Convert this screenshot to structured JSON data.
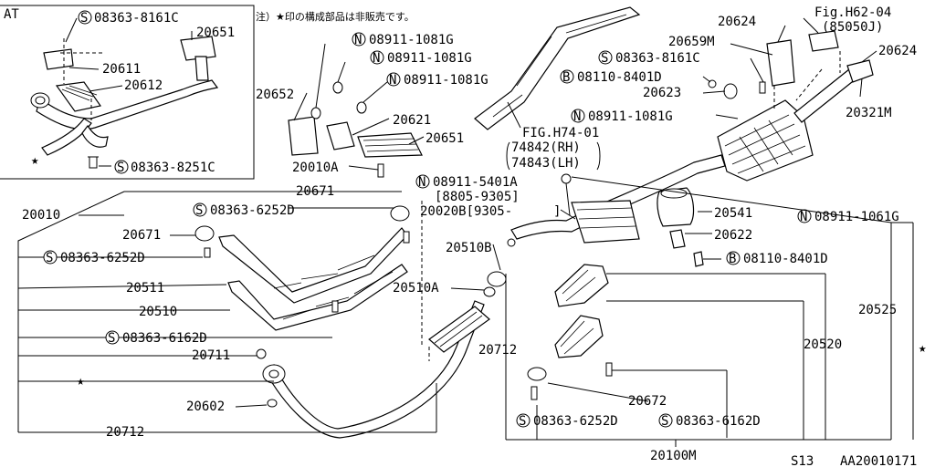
{
  "inset_label": "AT",
  "note": "注）★印の構成部品は非販売です。",
  "star": "★",
  "prefix": {
    "S": "S",
    "N": "N",
    "B": "B"
  },
  "parts": {
    "p08363_8161C_a": "08363-8161C",
    "p20651_a": "20651",
    "p20611": "20611",
    "p20612": "20612",
    "p08363_8251C": "08363-8251C",
    "p08911_1081G_a": "08911-1081G",
    "p08911_1081G_b": "08911-1081G",
    "p08911_1081G_c": "08911-1081G",
    "p20652": "20652",
    "p20621": "20621",
    "p20651_b": "20651",
    "p20010A": "20010A",
    "p08911_5401A": "08911-5401A",
    "p8805_9305": "[8805-9305]",
    "p20020B": "20020B[9305-",
    "p20020B_end": "]",
    "fig_h74": "FIG.H74-01",
    "p74842": "74842(RH)",
    "p74843": "74843(LH)",
    "p20624_a": "20624",
    "fig_h62": "Fig.H62-04",
    "p85050J": "(85050J)",
    "p20659M": "20659M",
    "p20624_b": "20624",
    "p08363_8161C_b": "08363-8161C",
    "p08110_8401D_a": "08110-8401D",
    "p20623": "20623",
    "p08911_1081G_d": "08911-1081G",
    "p20321M": "20321M",
    "p20010": "20010",
    "p20671_a": "20671",
    "p08363_6252D_a": "08363-6252D",
    "p20671_b": "20671",
    "p08363_6252D_b": "08363-6252D",
    "p20511": "20511",
    "p20510": "20510",
    "p08363_6162D_a": "08363-6162D",
    "p20711": "20711",
    "p20602": "20602",
    "p20712_a": "20712",
    "p20510B": "20510B",
    "p20510A": "20510A",
    "p20712_b": "20712",
    "p20541": "20541",
    "p20622": "20622",
    "p08110_8401D_b": "08110-8401D",
    "p08911_1061G": "08911-1061G",
    "p20525": "20525",
    "p20520": "20520",
    "p20672": "20672",
    "p08363_6252D_c": "08363-6252D",
    "p08363_6162D_b": "08363-6162D",
    "p20100M": "20100M",
    "code_s13": "S13",
    "code_aa": "AA20010171"
  }
}
